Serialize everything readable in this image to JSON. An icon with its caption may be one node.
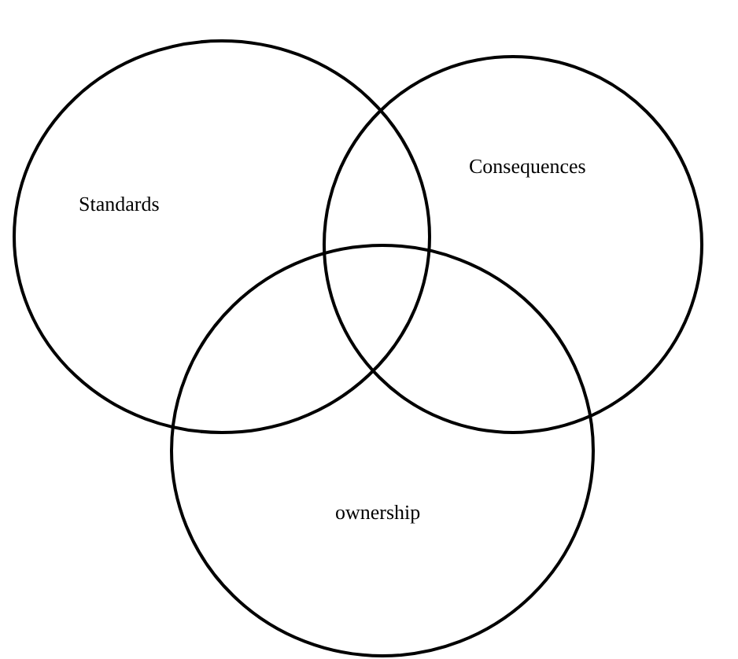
{
  "diagram": {
    "nodes": [
      {
        "text": [
          "Standards"
        ]
      },
      {
        "text": [
          "Consequences"
        ]
      },
      {
        "text": [
          "ownership"
        ]
      }
    ]
  }
}
